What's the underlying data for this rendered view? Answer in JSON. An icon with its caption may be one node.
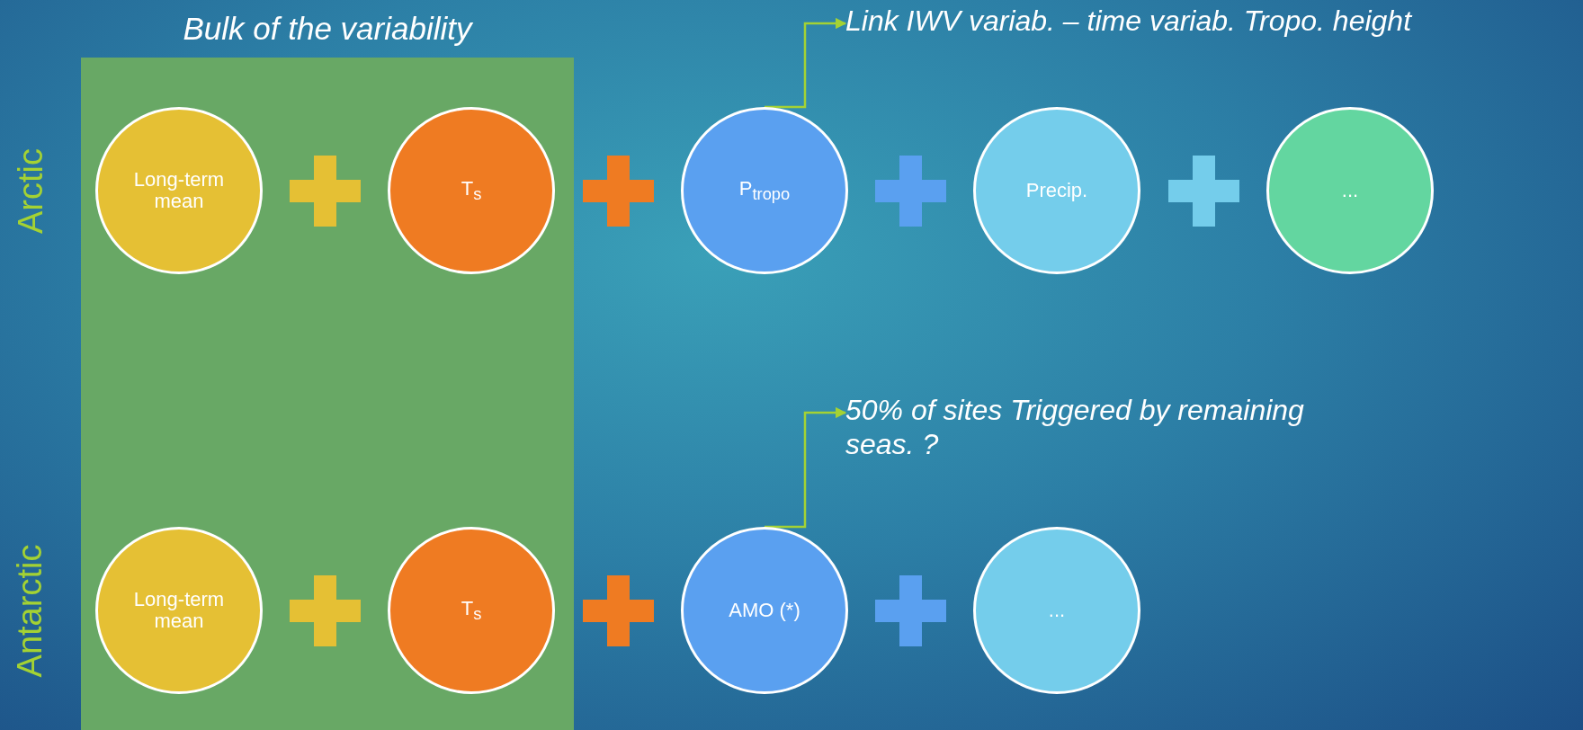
{
  "diagram": {
    "nodes": [
      {
        "text": [
          "Bulk of the variability"
        ]
      },
      {
        "text": [
          "Link IWV variab. – time variab. Tropo. height"
        ]
      },
      {
        "text": [
          "Long-term mean"
        ],
        "in": 0
      },
      {
        "text": [
          "T$_{s}$"
        ],
        "in": 0
      },
      {
        "text": [
          "P$_{tropo}$"
        ]
      },
      {
        "text": [
          "Precip."
        ]
      },
      {
        "text": [
          "..."
        ]
      },
      {
        "text": [
          "50% of sites Triggered by remaining seas. ?"
        ]
      },
      {
        "text": [
          "Long-term mean"
        ],
        "in": 0
      },
      {
        "text": [
          "T$_{s}$"
        ],
        "in": 0
      },
      {
        "text": [
          "AMO (*)"
        ]
      },
      {
        "text": [
          "..."
        ]
      }
    ],
    "edges": [
      {
        "from": 4,
        "to": 1,
        "arrow": "to"
      },
      {
        "from": 10,
        "to": 7,
        "arrow": "to"
      }
    ],
    "labels": [
      "Arctic",
      "Antarctic"
    ]
  }
}
